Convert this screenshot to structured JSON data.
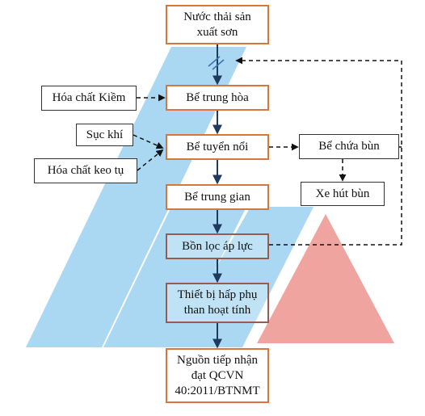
{
  "main_flow": {
    "wastewater_source": "Nước thải sản\nxuất sơn",
    "neutralization_tank": "Bể trung hòa",
    "flotation_tank": "Bể tuyển nổi",
    "intermediate_tank": "Bể trung gian",
    "pressure_filter": "Bồn lọc áp lực",
    "activated_carbon": "Thiết bị hấp phụ\nthan hoạt tính",
    "receiving_source": "Nguồn tiếp nhận\nđạt QCVN\n40:2011/BTNMT"
  },
  "inputs": {
    "alkali_chemical": "Hóa chất Kiềm",
    "aeration": "Sục khí",
    "coagulant_chemical": "Hóa chất keo tụ"
  },
  "sludge": {
    "sludge_tank": "Bể chứa bùn",
    "sludge_truck": "Xe hút bùn"
  },
  "colors": {
    "band": "#aad8f2",
    "triangle": "#f0a4a0",
    "flow_arrow": "#1f3a5f",
    "main_border": "#d9773a",
    "mid_border": "#9a5a52"
  }
}
